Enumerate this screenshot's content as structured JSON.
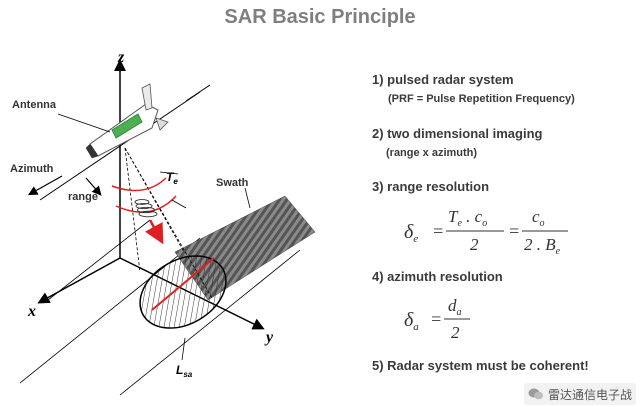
{
  "title": "SAR Basic Principle",
  "diagram": {
    "axis_z": "z",
    "axis_x": "x",
    "axis_y": "y",
    "antenna": "Antenna",
    "azimuth": "Azimuth",
    "range": "range",
    "swath": "Swath",
    "pulse_T": "T",
    "pulse_sub": "e",
    "lsa_main": "L",
    "lsa_sub": "sa"
  },
  "points": [
    {
      "text": "1) pulsed radar system",
      "sub": "(PRF = Pulse Repetition Frequency)"
    },
    {
      "text": "2) two dimensional imaging",
      "sub": "(range x azimuth)"
    },
    {
      "text": "3) range resolution"
    },
    {
      "text": "4) azimuth resolution"
    },
    {
      "text": "5) Radar system must be coherent!"
    }
  ],
  "formula_range": {
    "lhs": "δ",
    "lhs_sub": "e",
    "num1": "T",
    "num1_sub": "e",
    "num1_tail": " . c",
    "num1_tail_sub": "o",
    "den1": "2",
    "num2": "c",
    "num2_sub": "o",
    "den2": "2 . B",
    "den2_sub": "e"
  },
  "formula_azimuth": {
    "lhs": "δ",
    "lhs_sub": "a",
    "num": "d",
    "num_sub": "a",
    "den": "2"
  },
  "watermark": "雷达通信电子战",
  "colors": {
    "title": "#7f7f7f",
    "beam_red": "#e02020",
    "satellite_green": "#4caf50"
  }
}
